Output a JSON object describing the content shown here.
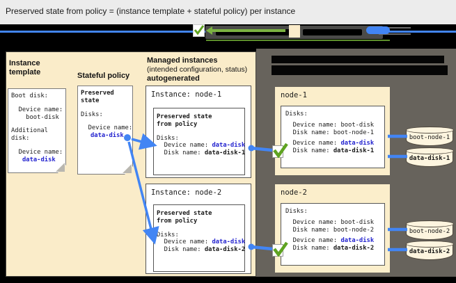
{
  "title": "Preserved state from policy = (instance template + stateful policy) per instance",
  "columns": {
    "instance_template": {
      "heading": "Instance\ntemplate",
      "card": {
        "boot_label": "Boot disk:",
        "boot_device_label": "  Device name:",
        "boot_device_value": "    boot-disk",
        "additional_label": "Additional\ndisk:",
        "device_label": "  Device name:",
        "device_value": "data-disk"
      }
    },
    "stateful_policy": {
      "heading": "Stateful policy",
      "card": {
        "title": "Preserved\nstate",
        "disks_label": "Disks:",
        "device_label": "  Device name:",
        "device_value": "data-disk"
      }
    },
    "managed_instances": {
      "heading_line1": "Managed instances",
      "heading_line2": "(intended configuration, status)",
      "heading_line3": "autogenerated",
      "instances": [
        {
          "title": "Instance: node-1",
          "preserved_title": "Preserved state\nfrom policy",
          "disks_label": "Disks:",
          "device_prefix": "  Device name: ",
          "device_value": "data-disk",
          "disk_prefix": "  Disk name: ",
          "disk_value": "data-disk-1"
        },
        {
          "title": "Instance: node-2",
          "preserved_title": "Preserved state\nfrom policy",
          "disks_label": "Disks:",
          "device_prefix": "  Device name: ",
          "device_value": "data-disk",
          "disk_prefix": "  Disk name: ",
          "disk_value": "data-disk-2"
        }
      ]
    }
  },
  "vm_panel": {
    "nodes": [
      {
        "title": "node-1",
        "disks_label": "Disks:",
        "boot_device_line": "  Device name: boot-disk",
        "boot_disk_line": "  Disk name: boot-node-1",
        "device_prefix": "  Device name: ",
        "device_value": "data-disk",
        "disk_prefix": "  Disk name: ",
        "disk_value": "data-disk-1",
        "boot_cylinder_label": "boot-node-1",
        "data_cylinder_label": "data-disk-1"
      },
      {
        "title": "node-2",
        "disks_label": "Disks:",
        "boot_device_line": "  Device name: boot-disk",
        "boot_disk_line": "  Disk name: boot-node-2",
        "device_prefix": "  Device name: ",
        "device_value": "data-disk",
        "disk_prefix": "  Disk name: ",
        "disk_value": "data-disk-2",
        "boot_cylinder_label": "boot-node-2",
        "data_cylinder_label": "data-disk-2"
      }
    ]
  },
  "colors": {
    "link_blue_text": "#2323cf",
    "connector_blue": "#4285f4",
    "check_green": "#5fa321",
    "panel_beige": "#faecc9",
    "panel_dark_gray": "#67635c",
    "band_black": "#000000",
    "titlebar_gray": "#ececec"
  }
}
